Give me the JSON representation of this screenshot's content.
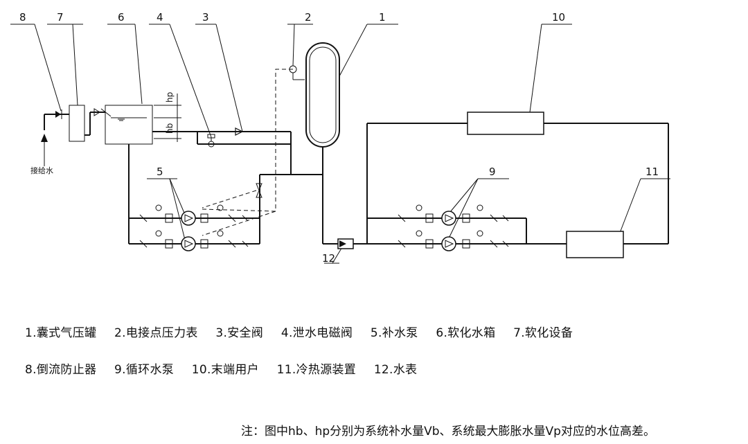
{
  "diagram": {
    "callouts": [
      "8",
      "7",
      "6",
      "4",
      "3",
      "2",
      "1",
      "10",
      "5",
      "9",
      "11",
      "12"
    ],
    "level_labels": {
      "hp": "hp",
      "hb": "hb"
    },
    "inlet_label": "接给水"
  },
  "legend": [
    "1.囊式气压罐",
    "2.电接点压力表",
    "3.安全阀",
    "4.泄水电磁阀",
    "5.补水泵",
    "6.软化水箱",
    "7.软化设备",
    "8.倒流防止器",
    "9.循环水泵",
    "10.末端用户",
    "11.冷热源装置",
    "12.水表"
  ],
  "note": "注：图中hb、hp分别为系统补水量Vb、系统最大膨胀水量Vp对应的水位高差。"
}
